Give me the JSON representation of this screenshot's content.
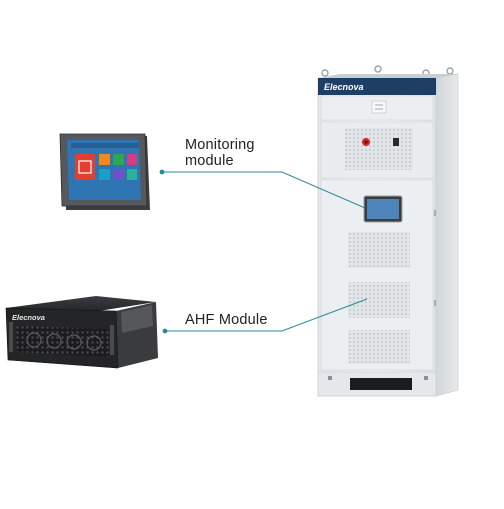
{
  "labels": {
    "monitoring": "Monitoring\nmodule",
    "ahf": "AHF Module"
  },
  "brand": {
    "cabinet": "Elecnova",
    "module": "Elecnova"
  },
  "colors": {
    "leader_line": "#2b8a9a",
    "cabinet_top": "#1f3e66",
    "cabinet_body": "#e9ecef",
    "module_body": "#2a2a2c"
  }
}
